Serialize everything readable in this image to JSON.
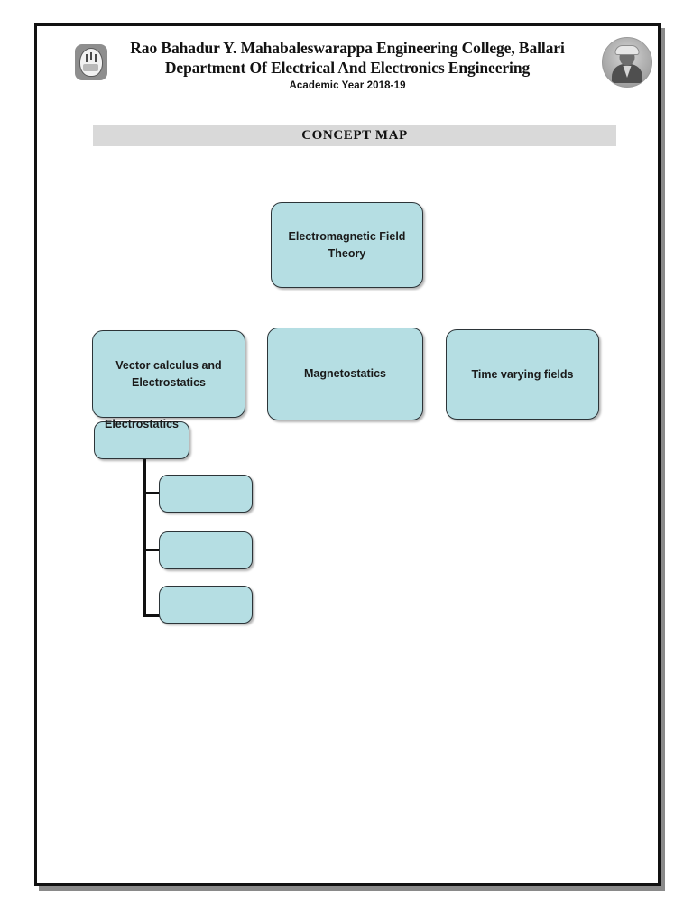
{
  "document": {
    "header": {
      "college_name": "Rao Bahadur Y. Mahabaleswarappa Engineering College, Ballari",
      "department": "Department Of Electrical And Electronics Engineering",
      "academic_year": "Academic Year 2018-19",
      "left_logo_name": "college-crest-logo",
      "right_logo_name": "founder-portrait-logo"
    },
    "banner": {
      "title": "CONCEPT MAP"
    },
    "colors": {
      "node_fill": "#b5dee3",
      "node_border": "#2c3438",
      "banner_background": "#d9d9d9",
      "page_border": "#111111",
      "page_shadow": "#8a8a8a",
      "text": "#1a1a1a"
    }
  },
  "concept_map": {
    "root": {
      "id": "electromagnetic-field-theory",
      "label": "Electromagnetic Field Theory"
    },
    "branches": [
      {
        "id": "vector-calculus-and-electrostatics",
        "label": "Vector calculus and Electrostatics"
      },
      {
        "id": "magnetostatics",
        "label": "Magnetostatics"
      },
      {
        "id": "time-varying-fields",
        "label": "Time varying fields"
      }
    ],
    "subtree": {
      "parent": {
        "id": "electrostatics",
        "label": "Electrostatics"
      },
      "children": [
        {
          "id": "electrostatics-child-1",
          "label": ""
        },
        {
          "id": "electrostatics-child-2",
          "label": ""
        },
        {
          "id": "electrostatics-child-3",
          "label": ""
        }
      ]
    }
  }
}
